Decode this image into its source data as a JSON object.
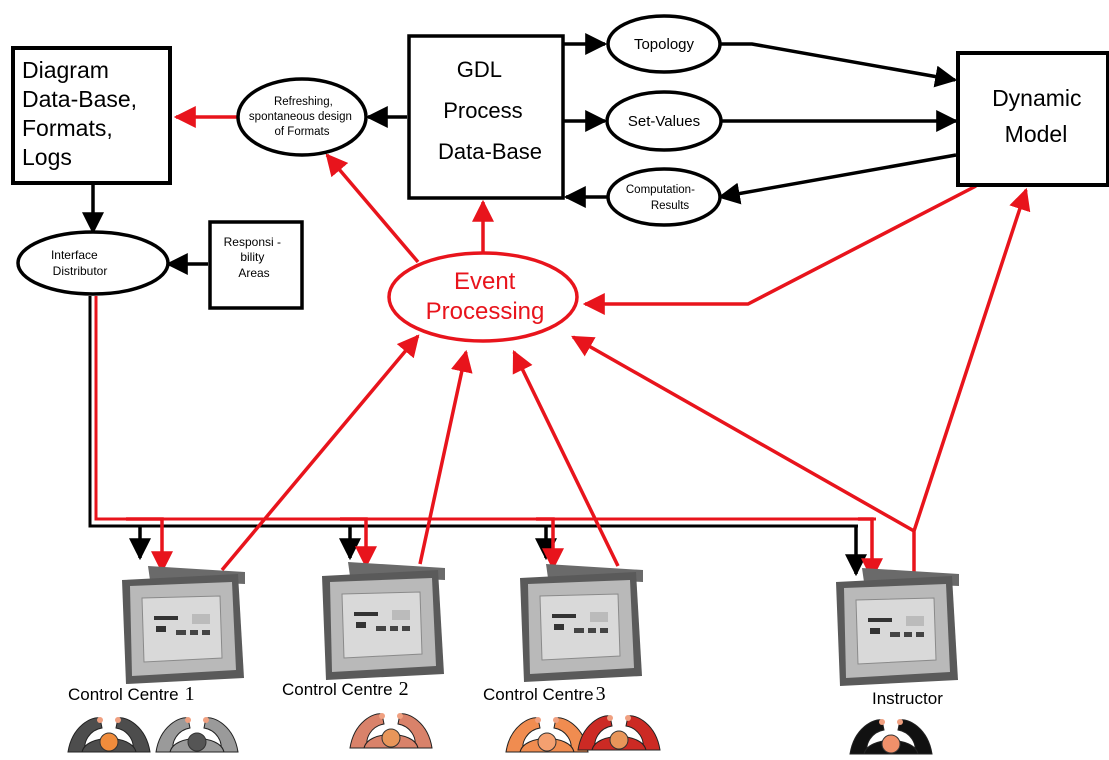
{
  "colors": {
    "black": "#000000",
    "red": "#e8141c",
    "monitor_dark": "#5a5a5a",
    "monitor_bezel": "#b9b9b9",
    "screen": "#d9d9d9"
  },
  "nodes": {
    "diagram_db": [
      "Diagram",
      "Data-Base,",
      "Formats,",
      "Logs"
    ],
    "refreshing": [
      "Refreshing,",
      "spontaneous design",
      "of Formats"
    ],
    "gdl": [
      "GDL",
      "Process",
      "Data-Base"
    ],
    "topology": "Topology",
    "set_values": "Set-Values",
    "computation": [
      "Computation-",
      "Results"
    ],
    "dynamic_model": [
      "Dynamic",
      "Model"
    ],
    "interface": [
      "Interface",
      "Distributor"
    ],
    "responsibility": [
      "Responsi -",
      "bility",
      "Areas"
    ],
    "event_processing": [
      "Event",
      "Processing"
    ]
  },
  "stations": [
    {
      "label_text": "Control Centre",
      "label_num": "1",
      "kind": "control-centre"
    },
    {
      "label_text": "Control Centre",
      "label_num": "2",
      "kind": "control-centre"
    },
    {
      "label_text": "Control Centre",
      "label_num": "3",
      "kind": "control-centre"
    },
    {
      "label_text": "Instructor",
      "label_num": "",
      "kind": "instructor"
    }
  ],
  "operators": [
    {
      "color": "#4d4d4d",
      "head": "#f08c3c"
    },
    {
      "color": "#9a9a9a",
      "head": "#555555"
    },
    {
      "color": "#d9826a",
      "head": "#e8965a"
    },
    {
      "color": "#f08c50",
      "head": "#f4a070"
    },
    {
      "color": "#cc2a24",
      "head": "#e8965a"
    },
    {
      "color": "#111111",
      "head": "#f0906a"
    }
  ]
}
